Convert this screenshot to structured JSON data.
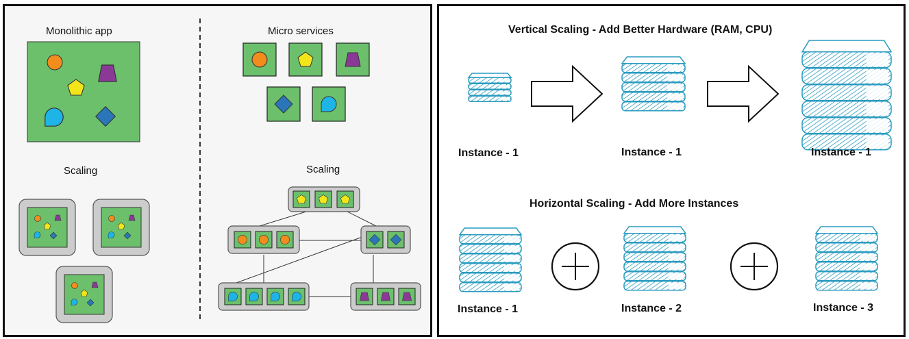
{
  "left": {
    "monolithic_title": "Monolithic app",
    "micro_title": "Micro services",
    "scaling_left": "Scaling",
    "scaling_right": "Scaling"
  },
  "right": {
    "vertical_title": "Vertical Scaling - Add Better Hardware (RAM, CPU)",
    "horizontal_title": "Horizontal Scaling - Add More Instances",
    "vertical_instances": [
      "Instance - 1",
      "Instance - 1",
      "Instance - 1"
    ],
    "horizontal_instances": [
      "Instance - 1",
      "Instance - 2",
      "Instance - 3"
    ]
  },
  "colors": {
    "green": "#6cc06c",
    "orange": "#f28c1c",
    "yellow": "#f2e51a",
    "purple": "#8a3a96",
    "blue": "#2a76b8",
    "cyan": "#1eb4e6",
    "server_blue": "#2a9bc0",
    "gray_box": "#cccccc"
  }
}
